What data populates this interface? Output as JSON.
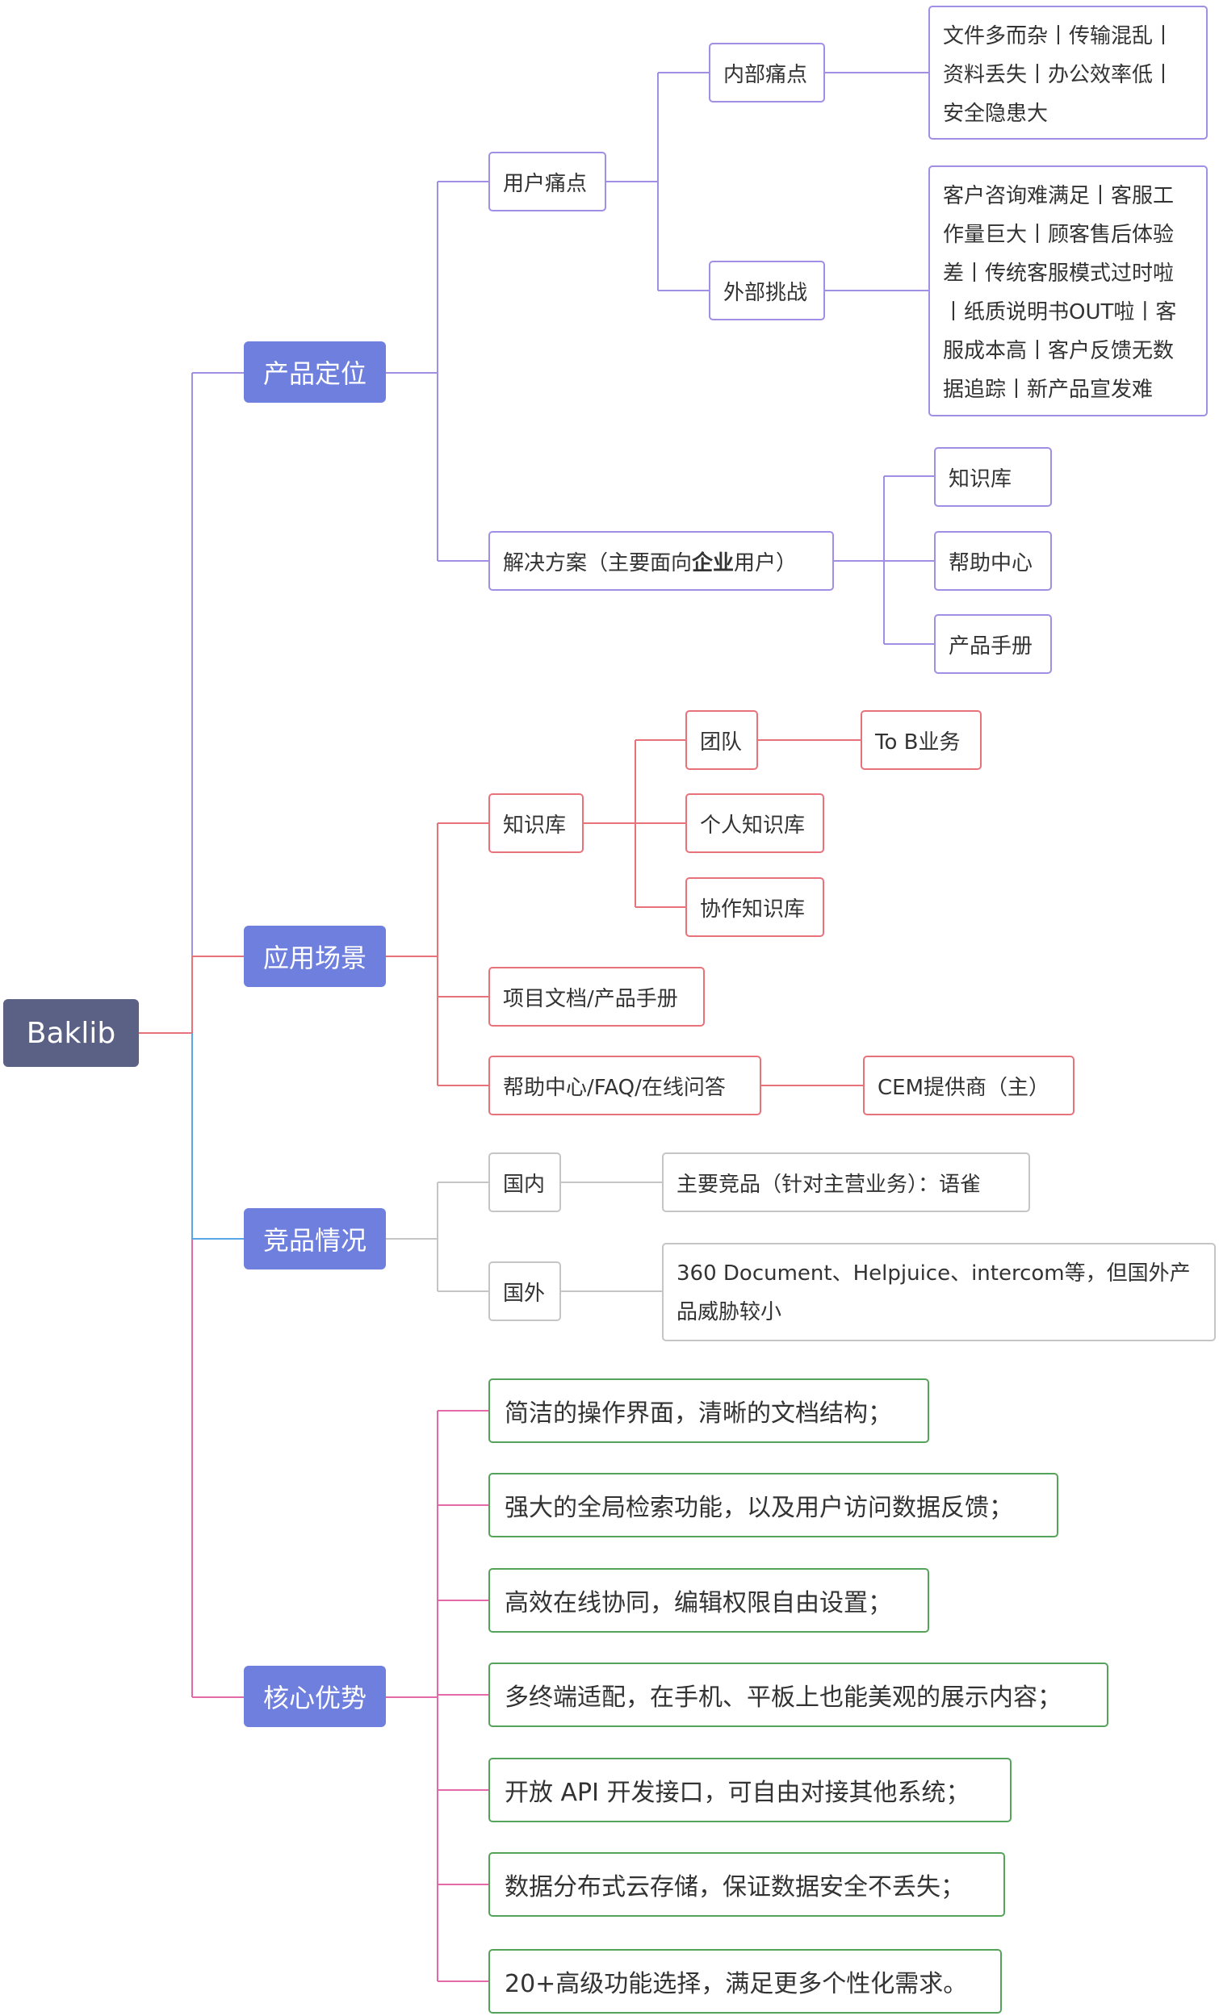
{
  "root": "Baklib",
  "categories": {
    "positioning": "产品定位",
    "scenarios": "应用场景",
    "competition": "竞品情况",
    "advantages": "核心优势"
  },
  "positioning": {
    "pain_points": "用户痛点",
    "internal": "内部痛点",
    "internal_detail": "文件多而杂丨传输混乱丨资料丢失丨办公效率低丨安全隐患大",
    "external": "外部挑战",
    "external_detail": "客户咨询难满足丨客服工作量巨大丨顾客售后体验差丨传统客服模式过时啦丨纸质说明书OUT啦丨客服成本高丨客户反馈无数据追踪丨新产品宣发难",
    "solution_prefix": "解决方案（主要面向",
    "solution_bold": "企业",
    "solution_suffix": "用户）",
    "solutions": [
      "知识库",
      "帮助中心",
      "产品手册"
    ]
  },
  "scenarios": {
    "kb": "知识库",
    "kb_children": [
      "团队",
      "个人知识库",
      "协作知识库"
    ],
    "team_child": "To B业务",
    "docs": "项目文档/产品手册",
    "help": "帮助中心/FAQ/在线问答",
    "help_child": "CEM提供商（主）"
  },
  "competition": {
    "domestic": "国内",
    "domestic_detail": "主要竞品（针对主营业务）：语雀",
    "foreign": "国外",
    "foreign_detail": "360 Document、Helpjuice、intercom等，但国外产品威胁较小"
  },
  "advantages": [
    "简洁的操作界面，清晰的文档结构；",
    "强大的全局检索功能，以及用户访问数据反馈；",
    "高效在线协同，编辑权限自由设置；",
    "多终端适配，在手机、平板上也能美观的展示内容；",
    "开放 API 开发接口，可自由对接其他系统；",
    "数据分布式云存储，保证数据安全不丢失；",
    "20+高级功能选择，满足更多个性化需求。"
  ],
  "colors": {
    "root": "#5a6185",
    "category": "#6f7fde",
    "positioning_line": "#a18ee5",
    "scenario_line": "#e8727a",
    "competition_line": "#c5c5c5",
    "competition_trunk": "#5aa7e8",
    "advantage_line": "#e36aa6",
    "advantage_border": "#55a35b"
  }
}
